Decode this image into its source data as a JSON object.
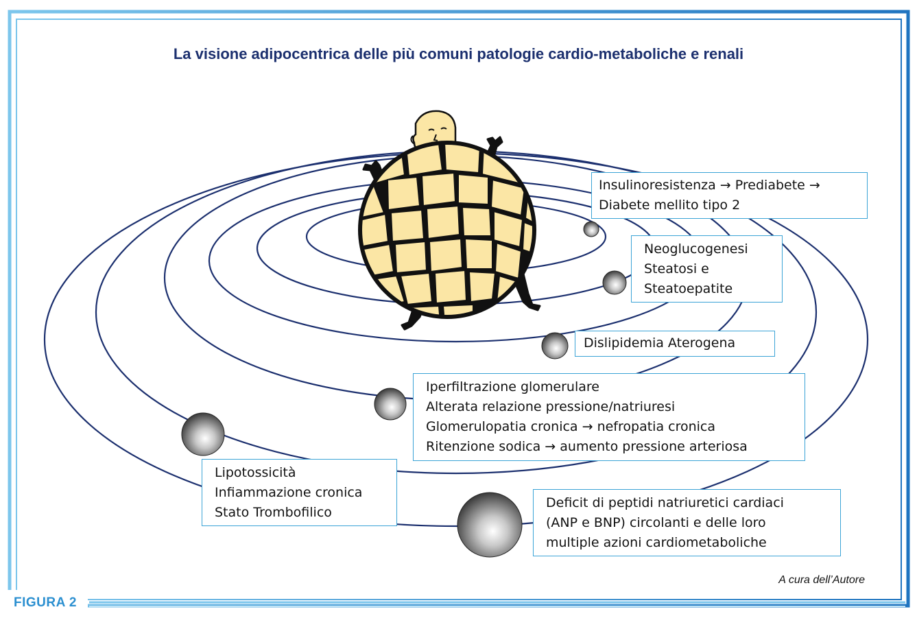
{
  "title": "La visione adipocentrica delle più comuni patologie cardio-metaboliche e renali",
  "boxes": [
    {
      "lines": [
        "Insulinoresistenza → Prediabete →",
        "Diabete mellito tipo 2"
      ]
    },
    {
      "lines": [
        "Neoglucogenesi",
        "Steatosi e",
        "Steatoepatite"
      ]
    },
    {
      "lines": [
        "Dislipidemia Aterogena"
      ]
    },
    {
      "lines": [
        "Iperfiltrazione glomerulare",
        "Alterata relazione pressione/natriuresi",
        "Glomerulopatia cronica → nefropatia cronica",
        "Ritenzione sodica → aumento pressione arteriosa"
      ]
    },
    {
      "lines": [
        "Lipotossicità",
        "Infiammazione cronica",
        "Stato Trombofilico"
      ]
    },
    {
      "lines": [
        "Deficit di peptidi natriuretici cardiaci",
        "(ANP e BNP) circolanti e delle loro",
        "multiple azioni cardiometaboliche"
      ]
    }
  ],
  "credit": "A cura dell’Autore",
  "figure_label": "FIGURA 2",
  "colors": {
    "frame": "#2b8fd0",
    "orbit": "#1b2f6e",
    "title": "#1b2f6e",
    "fat_cell": "#fbe6a5",
    "box_border": "#3aa3d6"
  },
  "icons": [
    "adipocyte-man-icon"
  ]
}
